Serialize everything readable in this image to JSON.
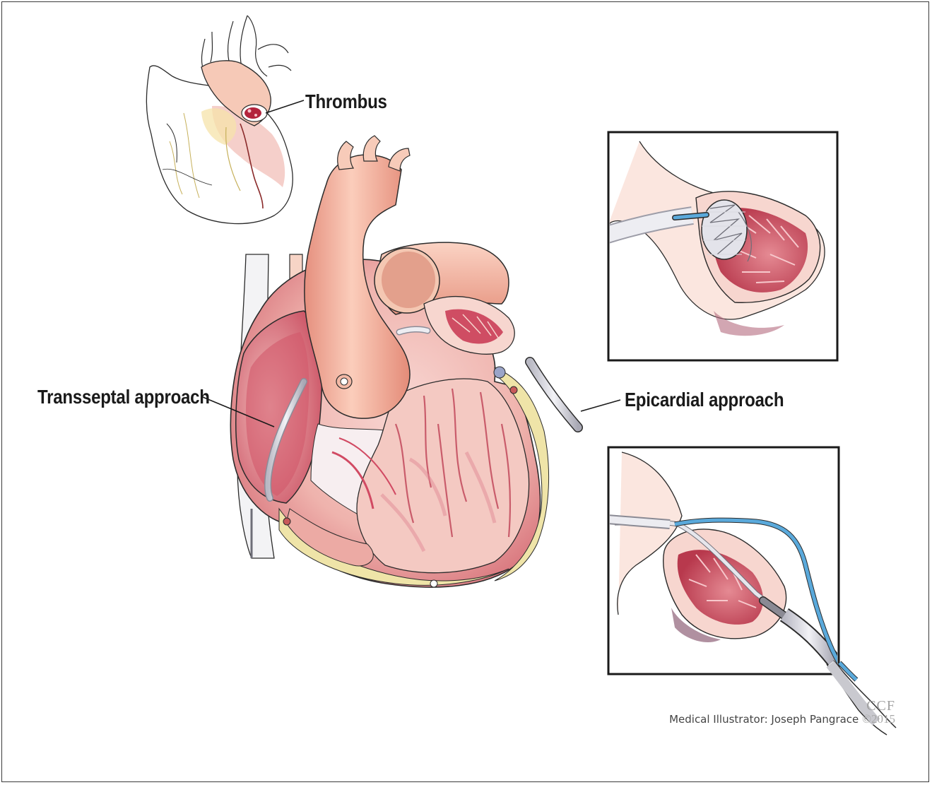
{
  "labels": {
    "thrombus": "Thrombus",
    "transseptal": "Transseptal approach",
    "epicardial": "Epicardial approach"
  },
  "credit": {
    "logo": "CCF",
    "illustrator": "Medical Illustrator: Joseph Pangrace",
    "year": "©2015"
  },
  "colors": {
    "flesh": "#f2b9a6",
    "muscle": "#d9616e",
    "muscle_light": "#f6d3cf",
    "fat": "#efe4a8",
    "device_blue": "#5aa9db",
    "device_grey": "#c9c9cf",
    "outline": "#2b2b2b"
  }
}
